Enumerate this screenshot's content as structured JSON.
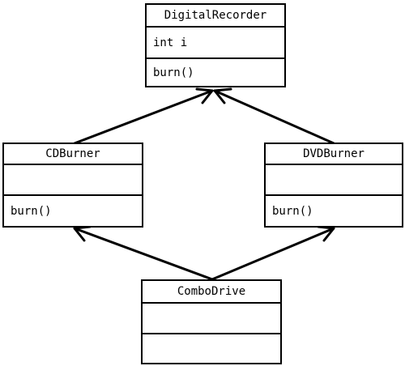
{
  "classes": {
    "digital_recorder": {
      "name": "DigitalRecorder",
      "attributes": [
        "int i"
      ],
      "methods": [
        "burn()"
      ]
    },
    "cd_burner": {
      "name": "CDBurner",
      "attributes": [
        ""
      ],
      "methods": [
        "burn()"
      ]
    },
    "dvd_burner": {
      "name": "DVDBurner",
      "attributes": [
        ""
      ],
      "methods": [
        "burn()"
      ]
    },
    "combo_drive": {
      "name": "ComboDrive",
      "attributes": [
        ""
      ],
      "methods": [
        ""
      ]
    }
  },
  "relationships": [
    {
      "type": "generalization",
      "from": "CDBurner",
      "to": "DigitalRecorder"
    },
    {
      "type": "generalization",
      "from": "DVDBurner",
      "to": "DigitalRecorder"
    },
    {
      "type": "generalization",
      "from": "ComboDrive",
      "to": "CDBurner"
    },
    {
      "type": "generalization",
      "from": "ComboDrive",
      "to": "DVDBurner"
    }
  ]
}
